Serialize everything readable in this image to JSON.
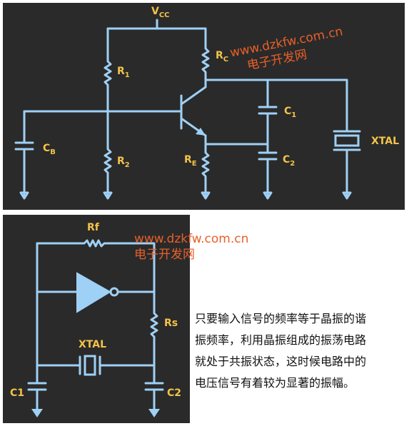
{
  "top_circuit": {
    "labels": {
      "vcc": "V",
      "vcc_sub": "CC",
      "r1": "R",
      "r1_sub": "1",
      "r2": "R",
      "r2_sub": "2",
      "rc": "R",
      "rc_sub": "C",
      "re": "R",
      "re_sub": "E",
      "cb": "C",
      "cb_sub": "B",
      "c1": "C",
      "c1_sub": "1",
      "c2": "C",
      "c2_sub": "2",
      "xtal": "XTAL"
    },
    "watermark": {
      "line1": "www.dzkfw.com.cn",
      "line2": "电子开发网"
    }
  },
  "bottom_circuit": {
    "labels": {
      "rf": "Rf",
      "rs": "Rs",
      "xtal": "XTAL",
      "c1": "C1",
      "c2": "C2"
    },
    "watermark": {
      "line1": "www.dzkfw.com.cn",
      "line2": "电子开发网"
    }
  },
  "description": {
    "lines": [
      "只要输入信号的频率等于晶振的谐",
      "振频率，利用晶振组成的振荡电路",
      "就处于共振状态，这时候电路中的",
      "电压信号有着较为显著的振幅。"
    ]
  },
  "colors": {
    "panel_bg": "#2a2a2a",
    "wire": "#9fd0f5",
    "label": "#f3c34a",
    "watermark": "#e8602a"
  }
}
